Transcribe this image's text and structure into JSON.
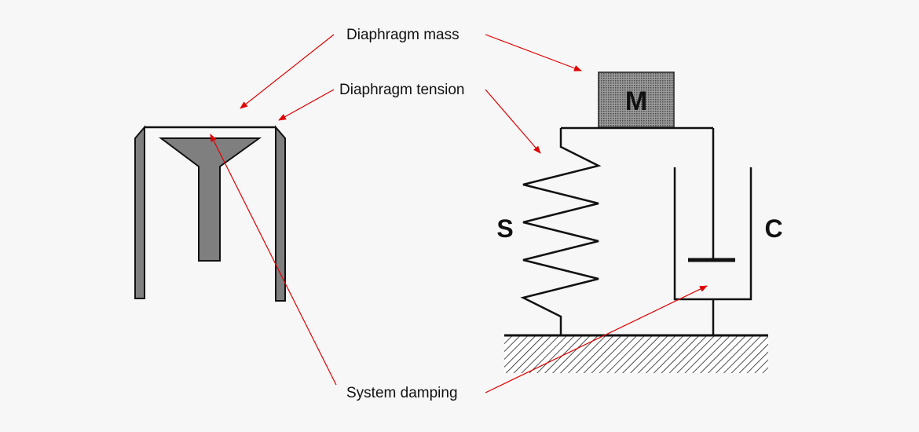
{
  "labels": {
    "diaphragm_mass": "Diaphragm mass",
    "diaphragm_tension": "Diaphragm tension",
    "system_damping": "System damping"
  },
  "symbols": {
    "mass": "M",
    "spring": "S",
    "damper": "C"
  },
  "colors": {
    "background": "#f7f7f7",
    "arrow": "#e00000",
    "stroke": "#111111",
    "part_fill": "#7f7f7f"
  }
}
